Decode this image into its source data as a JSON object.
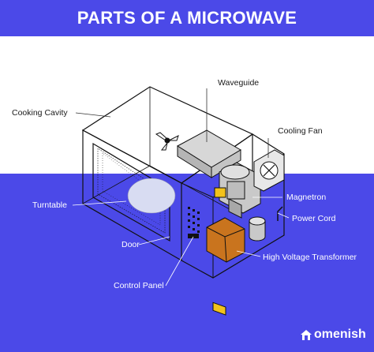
{
  "title": "PARTS OF A MICROWAVE",
  "labels": {
    "waveguide": "Waveguide",
    "cooking_cavity": "Cooking Cavity",
    "cooling_fan": "Cooling Fan",
    "turntable": "Turntable",
    "magnetron": "Magnetron",
    "power_cord": "Power Cord",
    "door": "Door",
    "high_voltage_transformer": "High Voltage Transformer",
    "control_panel": "Control Panel"
  },
  "brand": "omenish",
  "colors": {
    "background_blue": "#4b49e8",
    "white": "#ffffff",
    "outline": "#111111",
    "component_gray": "#c9c9c9",
    "warning_yellow": "#f2c21b",
    "transformer_orange": "#c9741e"
  }
}
